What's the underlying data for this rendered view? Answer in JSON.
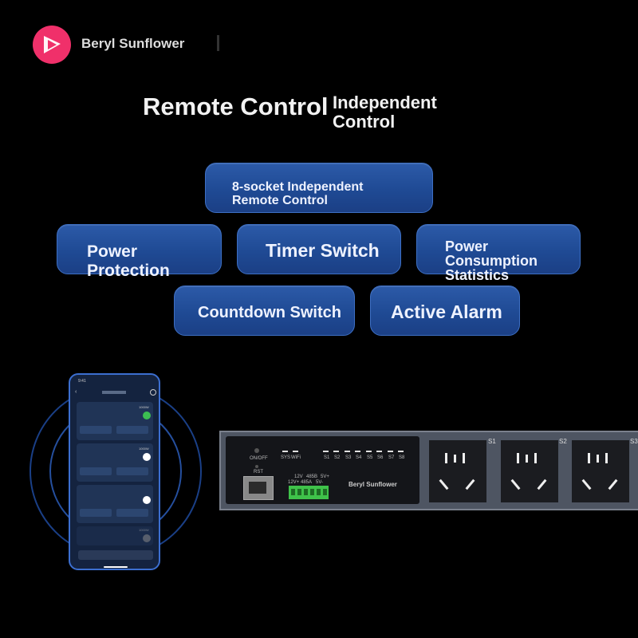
{
  "brand": {
    "name": "Beryl Sunflower"
  },
  "headings": {
    "primary": "Remote Control",
    "secondary": "Independent\nControl"
  },
  "features": [
    "8-socket Independent\nRemote Control",
    "Power Protection",
    "Timer Switch",
    "Power Consumption\nStatistics",
    "Countdown Switch",
    "Active Alarm"
  ],
  "phone": {
    "time": "9:41",
    "readings": [
      "1000W",
      "1000W",
      "1000W"
    ]
  },
  "device": {
    "brand": "Beryl Sunflower",
    "onoff": "ON/OFF",
    "rst": "RST",
    "sys": "SYS",
    "wifi": "WiFi",
    "leds": [
      "S1",
      "S2",
      "S3",
      "S4",
      "S5",
      "S6",
      "S7",
      "S8"
    ],
    "terminals": [
      "12V",
      "485B",
      "5V+",
      "12V+",
      "485A",
      "5V-"
    ],
    "sockets": [
      "S1",
      "S2",
      "S3"
    ]
  },
  "colors": {
    "logo": "#f0306a",
    "pill": "#2a58a5",
    "halo": "#1a3f86",
    "terminal": "#3fc24a"
  },
  "icons": [
    "logo-mark-icon",
    "settings-icon",
    "back-icon",
    "ethernet-port-icon",
    "power-socket-icon"
  ]
}
